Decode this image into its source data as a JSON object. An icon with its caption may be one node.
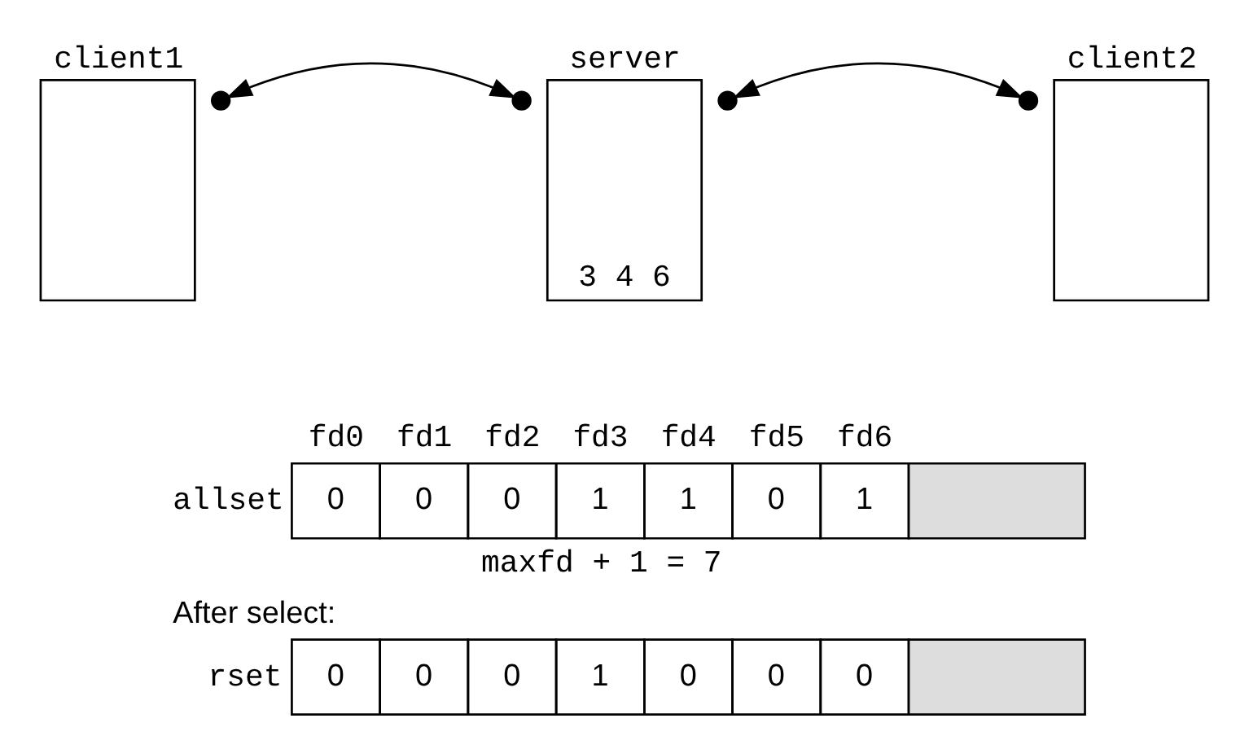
{
  "diagram": {
    "nodes": [
      {
        "text": [
          "client1"
        ]
      },
      {
        "text": [
          "server",
          "3 4 6"
        ]
      },
      {
        "text": [
          "client2"
        ]
      }
    ],
    "edges": [
      {
        "from": 0,
        "to": 1,
        "arrow": "both"
      },
      {
        "from": 2,
        "to": 1,
        "arrow": "both"
      }
    ],
    "labels": [
      "fd0",
      "fd1",
      "fd2",
      "fd3",
      "fd4",
      "fd5",
      "fd6",
      "allset",
      "0",
      "0",
      "0",
      "1",
      "1",
      "0",
      "1",
      "maxfd + 1 = 7",
      "After select:",
      "rset",
      "0",
      "0",
      "0",
      "1",
      "0",
      "0",
      "0"
    ]
  }
}
